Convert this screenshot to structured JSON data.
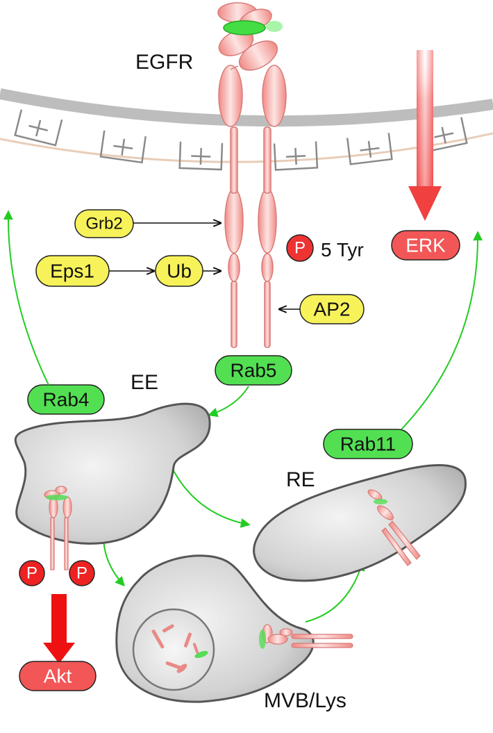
{
  "labels": {
    "egfr": "EGFR",
    "phospho_sites": "5 Tyr",
    "ee": "EE",
    "re": "RE",
    "mvb": "MVB/Lys"
  },
  "proteins": {
    "grb2": "Grb2",
    "eps1": "Eps1",
    "ub": "Ub",
    "ap2": "AP2",
    "rab5": "Rab5",
    "rab4": "Rab4",
    "rab11": "Rab11"
  },
  "kinases": {
    "erk": "ERK",
    "akt": "Akt"
  },
  "phospho_symbol": "P",
  "colors": {
    "adaptor_fill": "#f7f25a",
    "rab_fill": "#52e052",
    "kinase_fill": "#f25656",
    "receptor_fill": "#f4a8a4",
    "membrane": "#bdbdbd",
    "arrow_green": "#22cc22",
    "arrow_red": "#ee1111"
  },
  "icons": [
    "membrane-icon",
    "receptor-icon",
    "vesicle-icon"
  ]
}
